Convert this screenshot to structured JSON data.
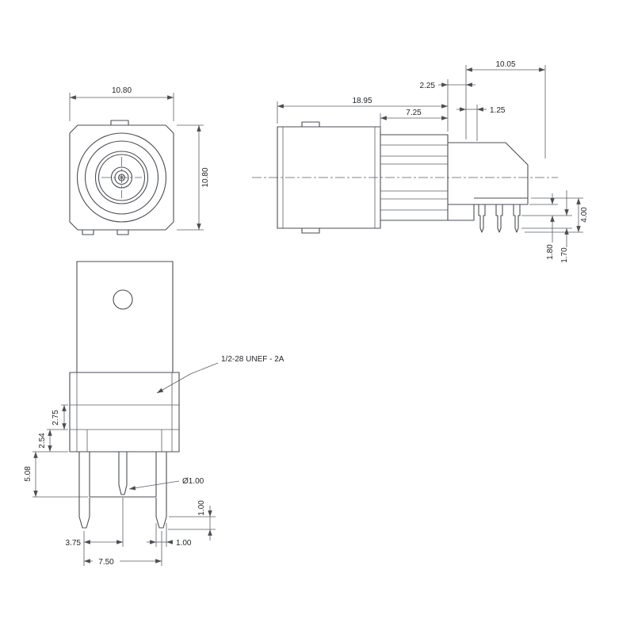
{
  "page": {
    "background": "#ffffff",
    "line_color": "#4a4e54",
    "dim_color": "#5a5e63",
    "text_color": "#1f2328"
  },
  "views": {
    "front": {
      "name": "front-view",
      "dim_width": "10.80",
      "dim_height": "10.80"
    },
    "side": {
      "name": "side-view",
      "dim_overall_length": "18.95",
      "dim_body_length": "7.25",
      "dim_rear_offset": "2.25",
      "dim_leg_run": "10.05",
      "dim_step": "1.25",
      "dim_leg_height": "4.00",
      "dim_pin_a": "1.80",
      "dim_pin_b": "1.70"
    },
    "bottom": {
      "name": "bottom-view",
      "dim_groove": "2.75",
      "dim_band": "2.54",
      "dim_leg_length": "5.08",
      "dim_pin_offset": "3.75",
      "dim_leg_spacing": "7.50",
      "dim_leg_width": "1.00",
      "dim_tip_length": "1.00",
      "pin_diameter": "Ø1.00",
      "thread_callout": "1/2-28 UNEF - 2A"
    }
  }
}
